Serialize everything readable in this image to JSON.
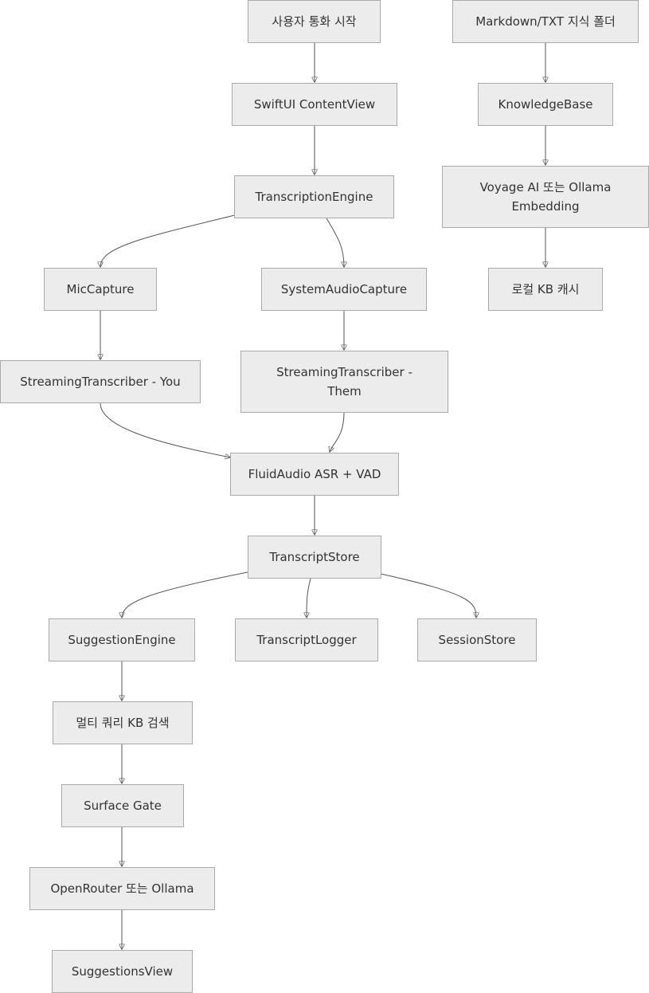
{
  "nodes": {
    "call_start": "사용자 통화 시작",
    "knowledge_folder": "Markdown/TXT 지식 폴더",
    "content_view": "SwiftUI ContentView",
    "knowledge_base": "KnowledgeBase",
    "transcription_engine": "TranscriptionEngine",
    "embedding_line1": "Voyage AI 또는 Ollama",
    "embedding_line2": "Embedding",
    "mic_capture": "MicCapture",
    "system_audio_capture": "SystemAudioCapture",
    "local_kb_cache": "로컬 KB 캐시",
    "transcriber_you": "StreamingTranscriber - You",
    "transcriber_them_line1": "StreamingTranscriber -",
    "transcriber_them_line2": "Them",
    "fluidaudio": "FluidAudio ASR + VAD",
    "transcript_store": "TranscriptStore",
    "suggestion_engine": "SuggestionEngine",
    "transcript_logger": "TranscriptLogger",
    "session_store": "SessionStore",
    "multi_query_search": "멀티 쿼리 KB 검색",
    "surface_gate": "Surface Gate",
    "openrouter": "OpenRouter 또는 Ollama",
    "suggestions_view": "SuggestionsView"
  },
  "colors": {
    "node_fill": "#ececec",
    "node_border": "#aaaaaa",
    "edge": "#555555",
    "text": "#333333"
  }
}
